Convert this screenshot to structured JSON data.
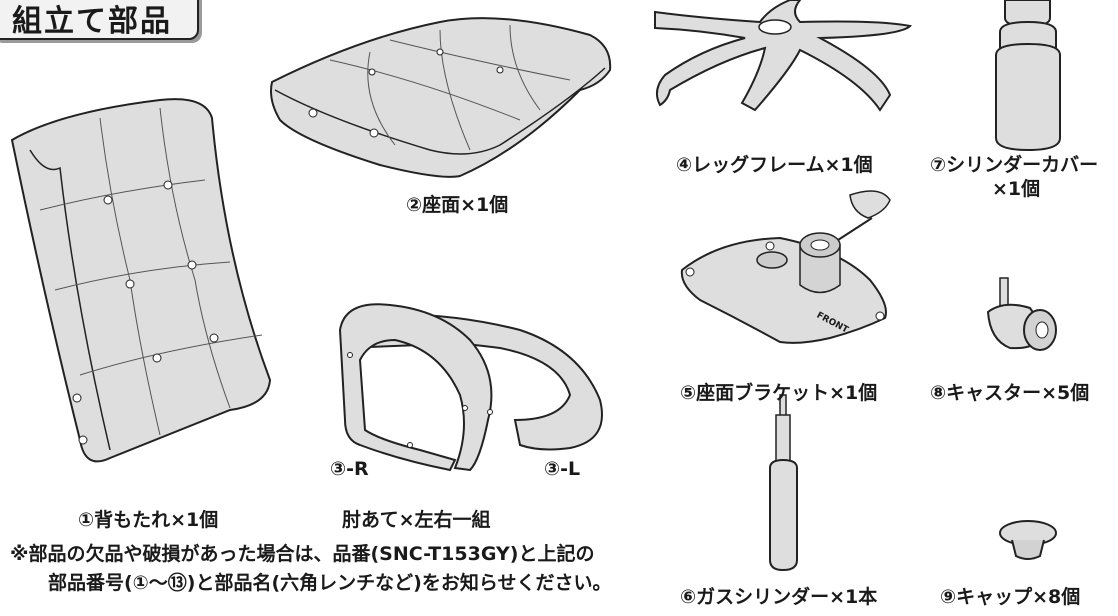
{
  "header": {
    "title": "組立て部品"
  },
  "parts": {
    "backrest": "①背もたれ×1個",
    "seat": "②座面×1個",
    "armrest_r": "③-R",
    "armrest_l": "③-L",
    "armrest_set": "肘あて×左右一組",
    "leg_frame": "④レッグフレーム×1個",
    "seat_bracket": "⑤座面ブラケット×1個",
    "gas_cylinder": "⑥ガスシリンダー×1本",
    "cylinder_cover_line1": "⑦シリンダーカバー",
    "cylinder_cover_line2": "×1個",
    "caster": "⑧キャスター×5個",
    "cap": "⑨キャップ×8個"
  },
  "bracket_marking": "FRONT",
  "note": {
    "line1": "※部品の欠品や破損があった場合は、品番(SNC-T153GY)と上記の",
    "line2": "部品番号(①〜⑬)と部品名(六角レンチなど)をお知らせください。"
  },
  "colors": {
    "part_fill": "#dedede",
    "outline": "#222222",
    "header_bg": "#f2f2f2"
  }
}
